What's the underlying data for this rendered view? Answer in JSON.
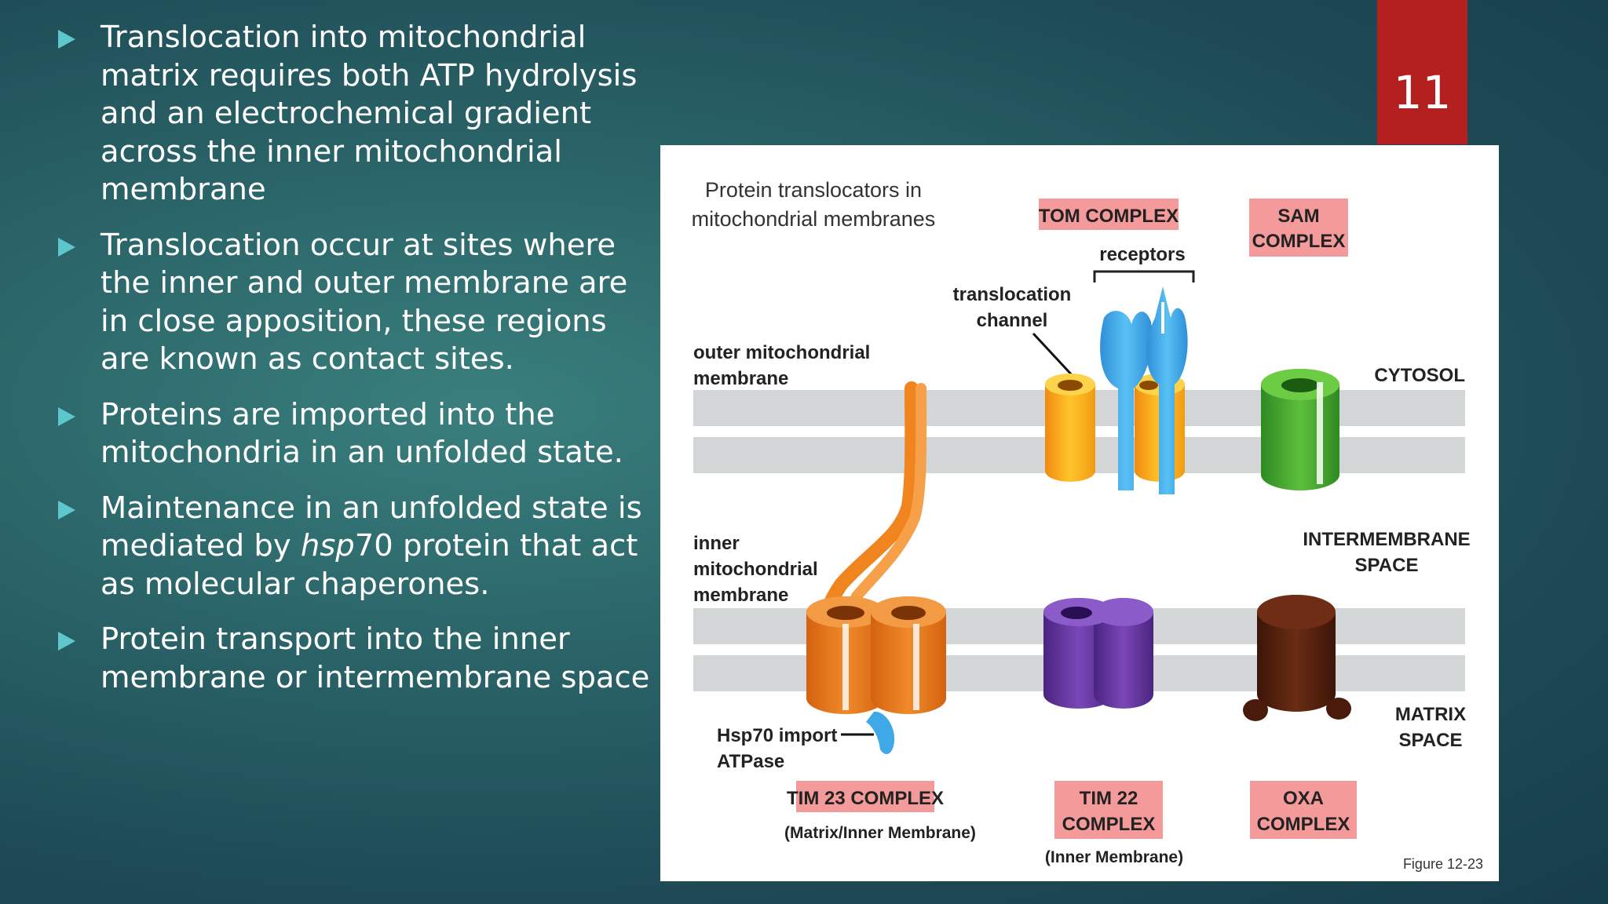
{
  "slide": {
    "number": "11"
  },
  "bullets": {
    "b1": "Translocation into mitochondrial matrix requires both ATP hydrolysis and an electrochemical gradient across the inner mitochondrial membrane",
    "b2": "Translocation occur at sites where the inner and outer membrane are in close apposition, these regions are known as contact sites.",
    "b3": "Proteins are imported into the mitochondria in an unfolded state.",
    "b4_pre": "Maintenance in an unfolded state is mediated by ",
    "b4_italic": "hsp",
    "b4_post": "70 protein that act as molecular chaperones.",
    "b5": "Protein transport into the inner membrane or intermembrane space"
  },
  "figure": {
    "title_line1": "Protein translocators in",
    "title_line2": "mitochondrial membranes",
    "tom_complex": "TOM COMPLEX",
    "sam_line1": "SAM",
    "sam_line2": "COMPLEX",
    "receptors": "receptors",
    "translocation_line1": "translocation",
    "translocation_line2": "channel",
    "outer_line1": "outer mitochondrial",
    "outer_line2": "membrane",
    "cytosol": "CYTOSOL",
    "inner_line1": "inner",
    "inner_line2": "mitochondrial",
    "inner_line3": "membrane",
    "intermembrane_line1": "INTERMEMBRANE",
    "intermembrane_line2": "SPACE",
    "matrix_line1": "MATRIX",
    "matrix_line2": "SPACE",
    "hsp70_line1": "Hsp70 import",
    "hsp70_line2": "ATPase",
    "tim23": "TIM 23 COMPLEX",
    "tim23_sub": "(Matrix/Inner Membrane)",
    "tim22_line1": "TIM 22",
    "tim22_line2": "COMPLEX",
    "tim22_sub": "(Inner Membrane)",
    "oxa_line1": "OXA",
    "oxa_line2": "COMPLEX",
    "figure_ref": "Figure 12-23",
    "colors": {
      "label_box": "#f59a9a",
      "membrane": "#d2d6d6",
      "tom": "#f5a623",
      "receptor": "#3fa9e8",
      "sam": "#3f9e2e",
      "tim23": "#e07417",
      "tim22": "#5a2f93",
      "oxa": "#5a2412"
    }
  }
}
